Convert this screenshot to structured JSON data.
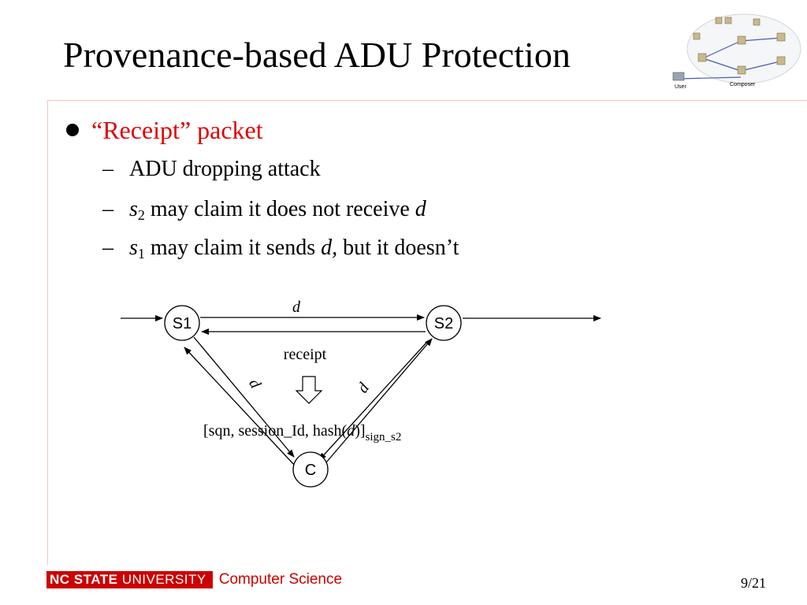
{
  "title": "Provenance-based ADU Protection",
  "bullet": "“Receipt” packet",
  "subbullets": [
    {
      "dash": "–",
      "text": "ADU dropping attack"
    },
    {
      "dash": "–",
      "s_var": "s",
      "s_sub": "2",
      "text": "may claim it does not receive",
      "d_var": "d"
    },
    {
      "dash": "–",
      "s_var": "s",
      "s_sub": "1",
      "text": "may claim it sends",
      "d_var": "d,",
      "tail": "but it doesn’t"
    }
  ],
  "diagram": {
    "nodes": {
      "s1": "S1",
      "s2": "S2",
      "c": "C"
    },
    "labels": {
      "top_d": "d",
      "receipt": "receipt",
      "left_d": "d",
      "right_d": "d",
      "formula_main": "[sqn, session_Id, hash(",
      "formula_d": "d",
      "formula_close": ")]",
      "formula_sub": "sign_s2"
    }
  },
  "thumbnail": {
    "user_label": "User",
    "composer_label": "Composer"
  },
  "footer": {
    "nc_state": "NC STATE",
    "university": "UNIVERSITY",
    "department": "Computer Science",
    "page": "9/21"
  },
  "colors": {
    "accent_red": "#cc0000",
    "bullet_red": "#e00000",
    "rule": "#f2c7bd"
  }
}
